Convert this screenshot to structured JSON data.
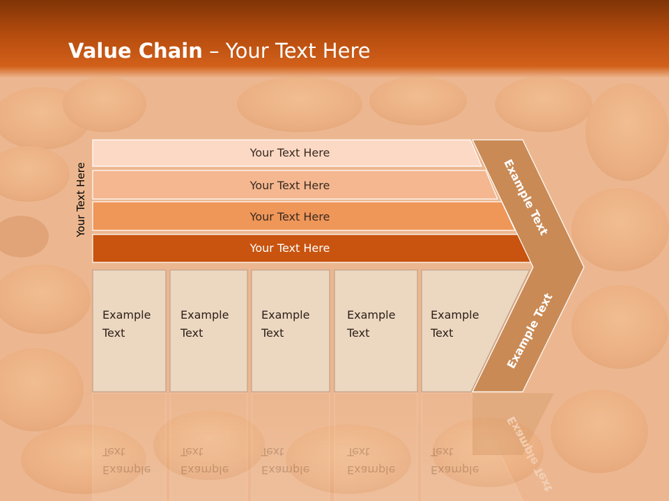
{
  "slide": {
    "title_bold": "Value Chain",
    "title_rest": " – Your Text Here",
    "side_label": "Your Text Here"
  },
  "rows": [
    {
      "label": "Your Text Here",
      "color": "#fbd9c5",
      "text_color": "#3a2a1f"
    },
    {
      "label": "Your Text Here",
      "color": "#f4b790",
      "text_color": "#3a2a1f"
    },
    {
      "label": "Your Text Here",
      "color": "#ef9659",
      "text_color": "#3a2a1f"
    },
    {
      "label": "Your Text Here",
      "color": "#c8540f",
      "text_color": "#ffffff"
    }
  ],
  "boxes": [
    {
      "line1": "Example",
      "line2": "Text"
    },
    {
      "line1": "Example",
      "line2": "Text"
    },
    {
      "line1": "Example",
      "line2": "Text"
    },
    {
      "line1": "Example",
      "line2": "Text"
    },
    {
      "line1": "Example",
      "line2": "Text"
    }
  ],
  "chevron": {
    "top_label": "Example Text",
    "bottom_label": "Example Text",
    "color": "#c98a55"
  },
  "colors": {
    "box_fill": "#ecd7c1",
    "box_stroke": "#b89a84",
    "header": "#c2550f"
  }
}
